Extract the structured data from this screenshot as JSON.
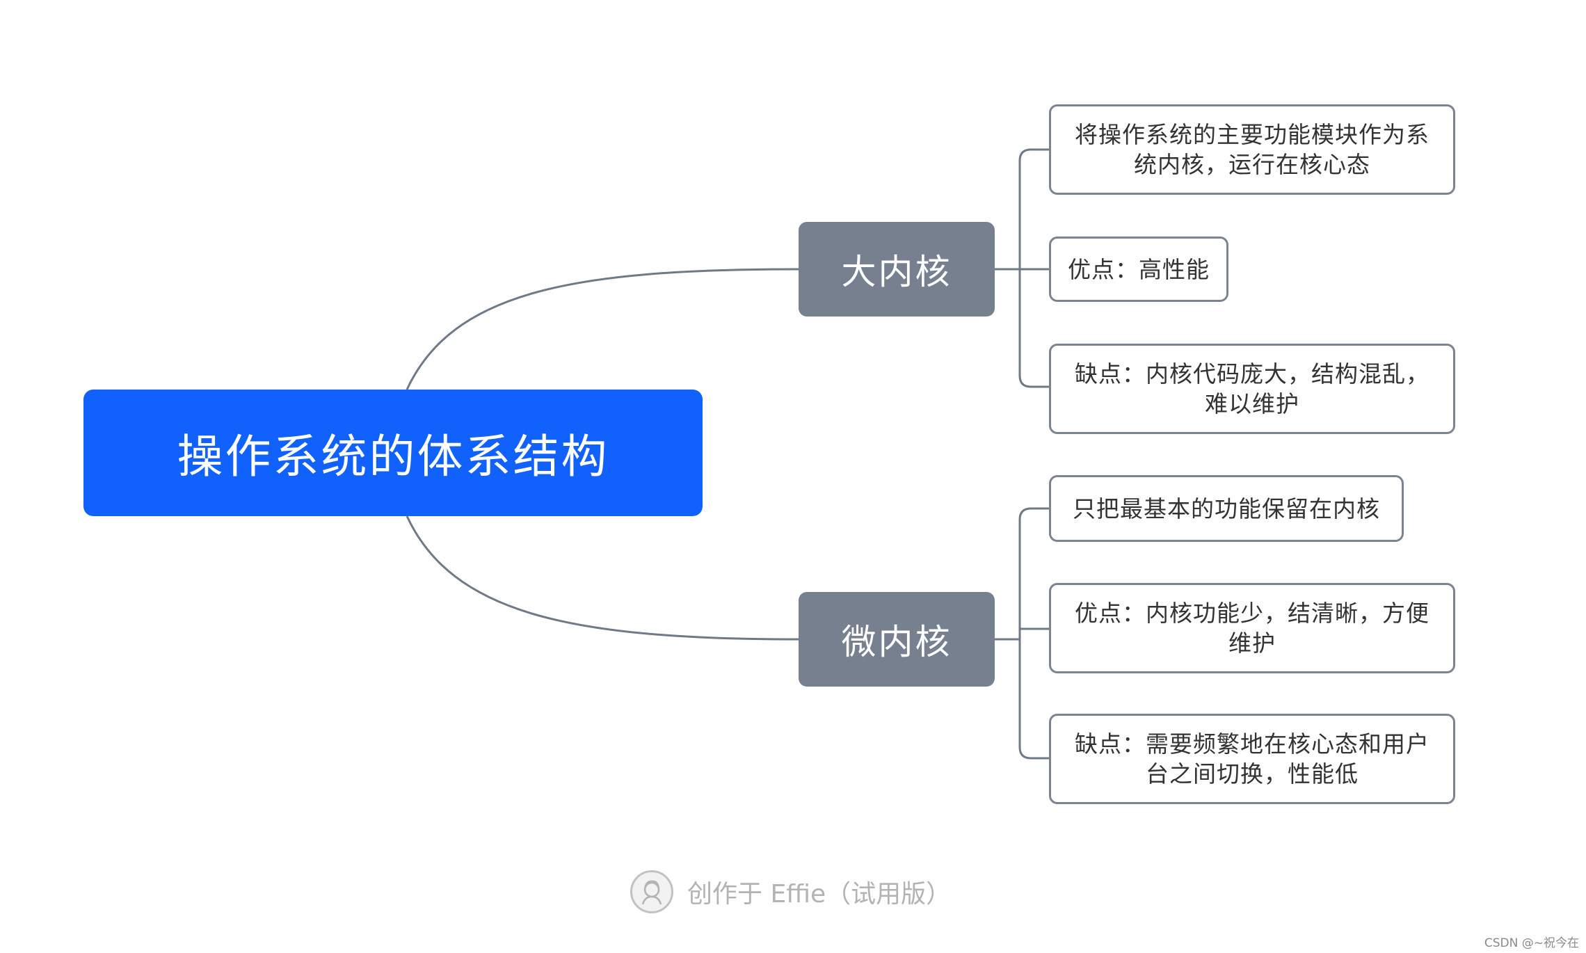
{
  "root": {
    "label": "操作系统的体系结构"
  },
  "branches": [
    {
      "label": "大内核",
      "items": [
        {
          "lines": [
            "将操作系统的主要功能模块作为系",
            "统内核，运行在核心态"
          ]
        },
        {
          "lines": [
            "优点：高性能"
          ]
        },
        {
          "lines": [
            "缺点：内核代码庞大，结构混乱，",
            "难以维护"
          ]
        }
      ]
    },
    {
      "label": "微内核",
      "items": [
        {
          "lines": [
            "只把最基本的功能保留在内核"
          ]
        },
        {
          "lines": [
            "优点：内核功能少，结清晰，方便",
            "维护"
          ]
        },
        {
          "lines": [
            "缺点：需要频繁地在核心态和用户",
            "台之间切换，性能低"
          ]
        }
      ]
    }
  ],
  "footer": {
    "credit": "创作于 Effie（试用版）"
  },
  "watermark": "CSDN @~祝今在",
  "colors": {
    "root_fill": "#1162fd",
    "branch_fill": "#76808f",
    "leaf_border": "#7a8391",
    "connector": "#6f7a89"
  }
}
